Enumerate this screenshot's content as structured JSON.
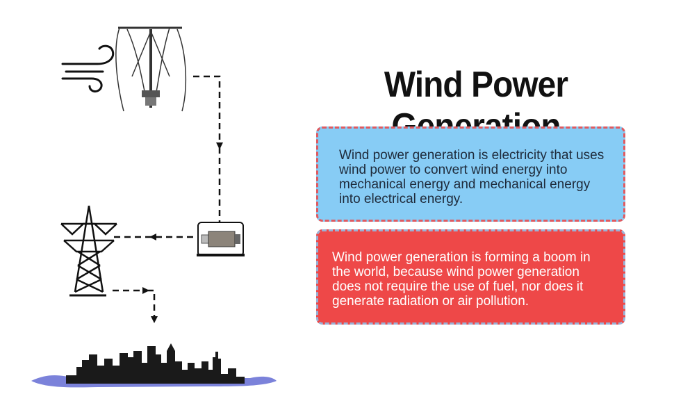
{
  "title": "Wind Power Generation",
  "boxes": [
    {
      "text": "Wind power generation is electricity that uses wind power to convert wind energy into mechanical energy and mechanical energy into electrical energy.",
      "fill": "#87ccf5",
      "border": "#e05a60",
      "text_color": "#1e2a3a"
    },
    {
      "text": "Wind power generation is forming a boom in the world, because wind power generation does not require the use of fuel, nor does it generate radiation or air pollution.",
      "fill": "#ee4848",
      "border": "#9ab2d6",
      "text_color": "#ffffff"
    }
  ],
  "icons": [
    "wind-icon",
    "vertical-wind-turbine-icon",
    "generator-icon",
    "transmission-tower-icon",
    "city-skyline-icon"
  ],
  "colors": {
    "line": "#111111",
    "water": "#7b82da"
  }
}
